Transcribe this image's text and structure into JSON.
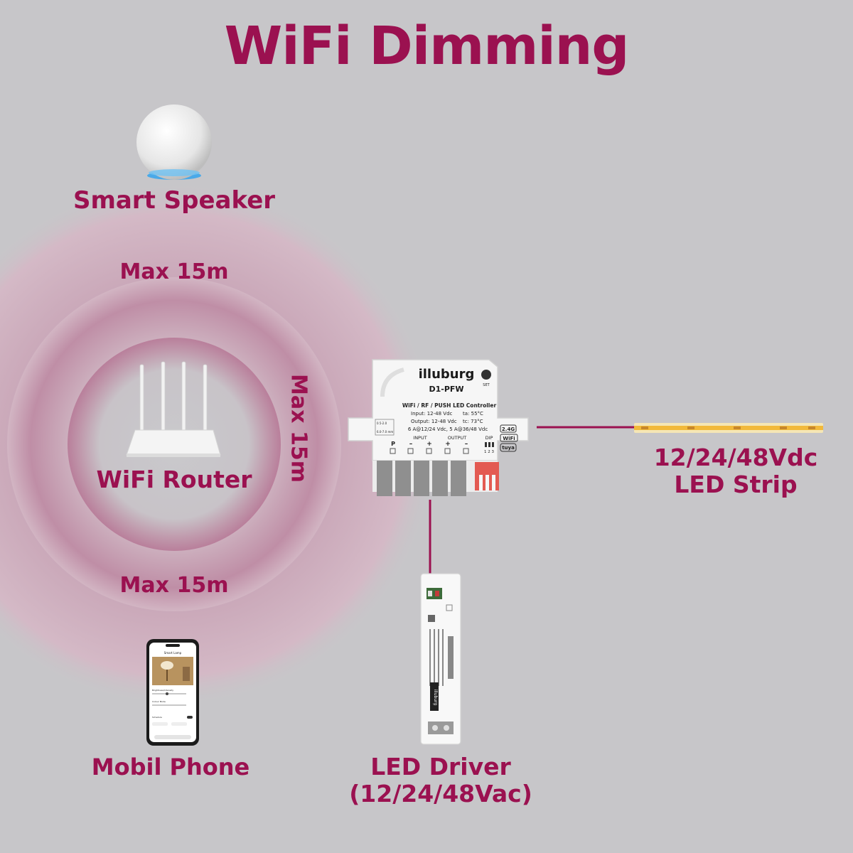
{
  "title": "WiFi Dimming",
  "colors": {
    "accent": "#9b1150",
    "background": "#c7c6c9",
    "wire": "#9b1150"
  },
  "range": {
    "outer": "Max 15m",
    "outer_bottom": "Max 15m",
    "side": "Max 15m"
  },
  "devices": {
    "speaker": "Smart Speaker",
    "router": "WiFi Router",
    "phone": "Mobil Phone",
    "driver_line1": "LED Driver",
    "driver_line2": "(12/24/48Vac)",
    "strip_line1": "12/24/48Vdc",
    "strip_line2": "LED Strip"
  },
  "controller": {
    "brand": "illuburg",
    "set_label": "SET",
    "model": "D1-PFW",
    "subtitle": "WiFi / RF / PUSH LED Controller",
    "spec_input": "Input: 12-48 Vdc",
    "spec_ta": "ta: 55°C",
    "spec_output": "Output: 12-48 Vdc",
    "spec_tc": "tc: 73°C",
    "spec_current": "6 A@12/24 Vdc, 5 A@36/48 Vdc",
    "input_label": "INPUT",
    "output_label": "OUTPUT",
    "dip_label": "DIP",
    "terminal_p": "P",
    "terminal_minus": "–",
    "terminal_plus": "+",
    "dip_numbers": "1 2 3",
    "badge_24g": "2.4G",
    "badge_wifi": "WiFi",
    "badge_tuya": "tuya",
    "wire_gauge_1": "0.5-2.0",
    "wire_gauge_2": "6.0-7.0 mm"
  },
  "phone_screen": {
    "header": "Smart Lamp",
    "brightness": "Brightness/Intensity",
    "colour": "Colour Mode",
    "schedule": "Schedule"
  },
  "driver_brand": "illuburg"
}
